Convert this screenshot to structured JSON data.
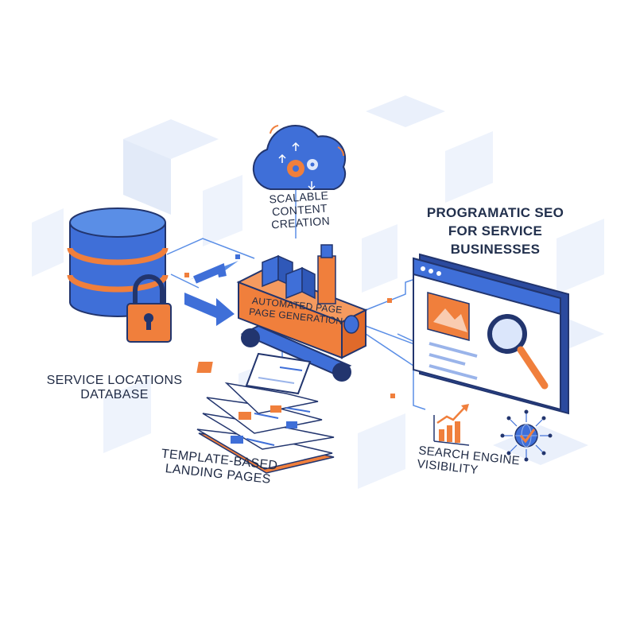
{
  "title": {
    "line1": "PROGRAMATIC SEO",
    "line2": "FOR SERVICE BUSINESSES"
  },
  "nodes": {
    "database": {
      "line1": "SERVICE LOCATIONS",
      "line2": "DATABASE",
      "icon": "database-icon"
    },
    "cloud": {
      "line1": "SCALABLE CONTENT",
      "line2": "CREATION",
      "icon": "cloud-gears-icon"
    },
    "machine": {
      "line1": "AUTOMATED PAGE",
      "line2": "PAGE GENERATION",
      "icon": "factory-machine-icon"
    },
    "templates": {
      "line1": "TEMPLATE-BASED",
      "line2": "LANDING PAGES",
      "icon": "document-stack-icon"
    },
    "browser": {
      "icon": "browser-search-icon"
    },
    "visibility": {
      "label": "SEARCH ENGINE VISIBILITY",
      "icons": [
        "growth-chart-icon",
        "globe-check-icon"
      ]
    }
  },
  "colors": {
    "blue": "#3f6fd8",
    "navy": "#22356e",
    "orange": "#f07f3c",
    "light_blue": "#e8effc"
  }
}
